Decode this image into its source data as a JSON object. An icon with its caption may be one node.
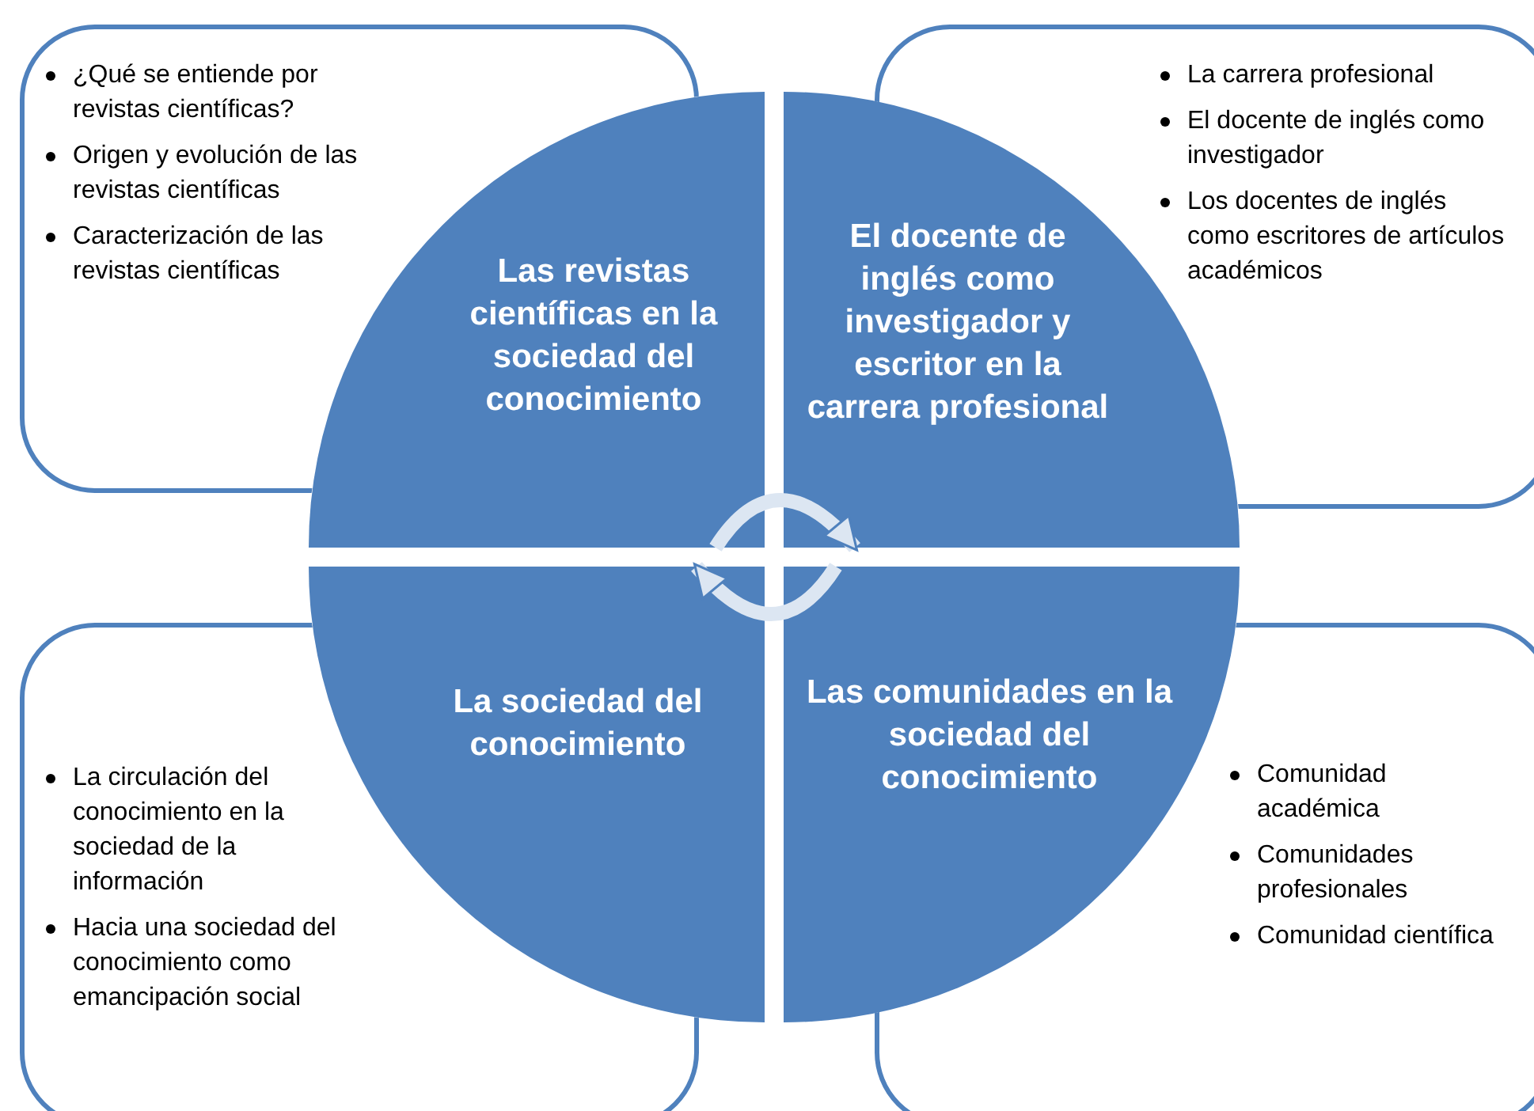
{
  "diagram": {
    "nodes": [
      {
        "text": [
          "¿Qué se entiende por revistas científicas?",
          "Origen y evolución de las revistas científicas",
          "Caracterización de las revistas científicas"
        ]
      },
      {
        "text": [
          "Las revistas científicas en la sociedad del conocimiento"
        ]
      },
      {
        "text": [
          "El docente de inglés como investigador y escritor en la carrera profesional"
        ]
      },
      {
        "text": [
          "La carrera profesional",
          "El docente de inglés como investigador",
          "Los docentes de inglés como escritores de artículos académicos"
        ]
      },
      {
        "text": [
          "La circulación del conocimiento en la sociedad de la información",
          "Hacia una sociedad del conocimiento como emancipación social"
        ]
      },
      {
        "text": [
          "La sociedad del conocimiento"
        ]
      },
      {
        "text": [
          "Las comunidades en la sociedad del conocimiento"
        ]
      },
      {
        "text": [
          "Comunidad académica",
          "Comunidades profesionales",
          "Comunidad científica"
        ]
      }
    ],
    "edges": [
      {
        "from": 1,
        "to": 2,
        "arrow": "to"
      },
      {
        "from": 6,
        "to": 5,
        "arrow": "to"
      }
    ]
  }
}
